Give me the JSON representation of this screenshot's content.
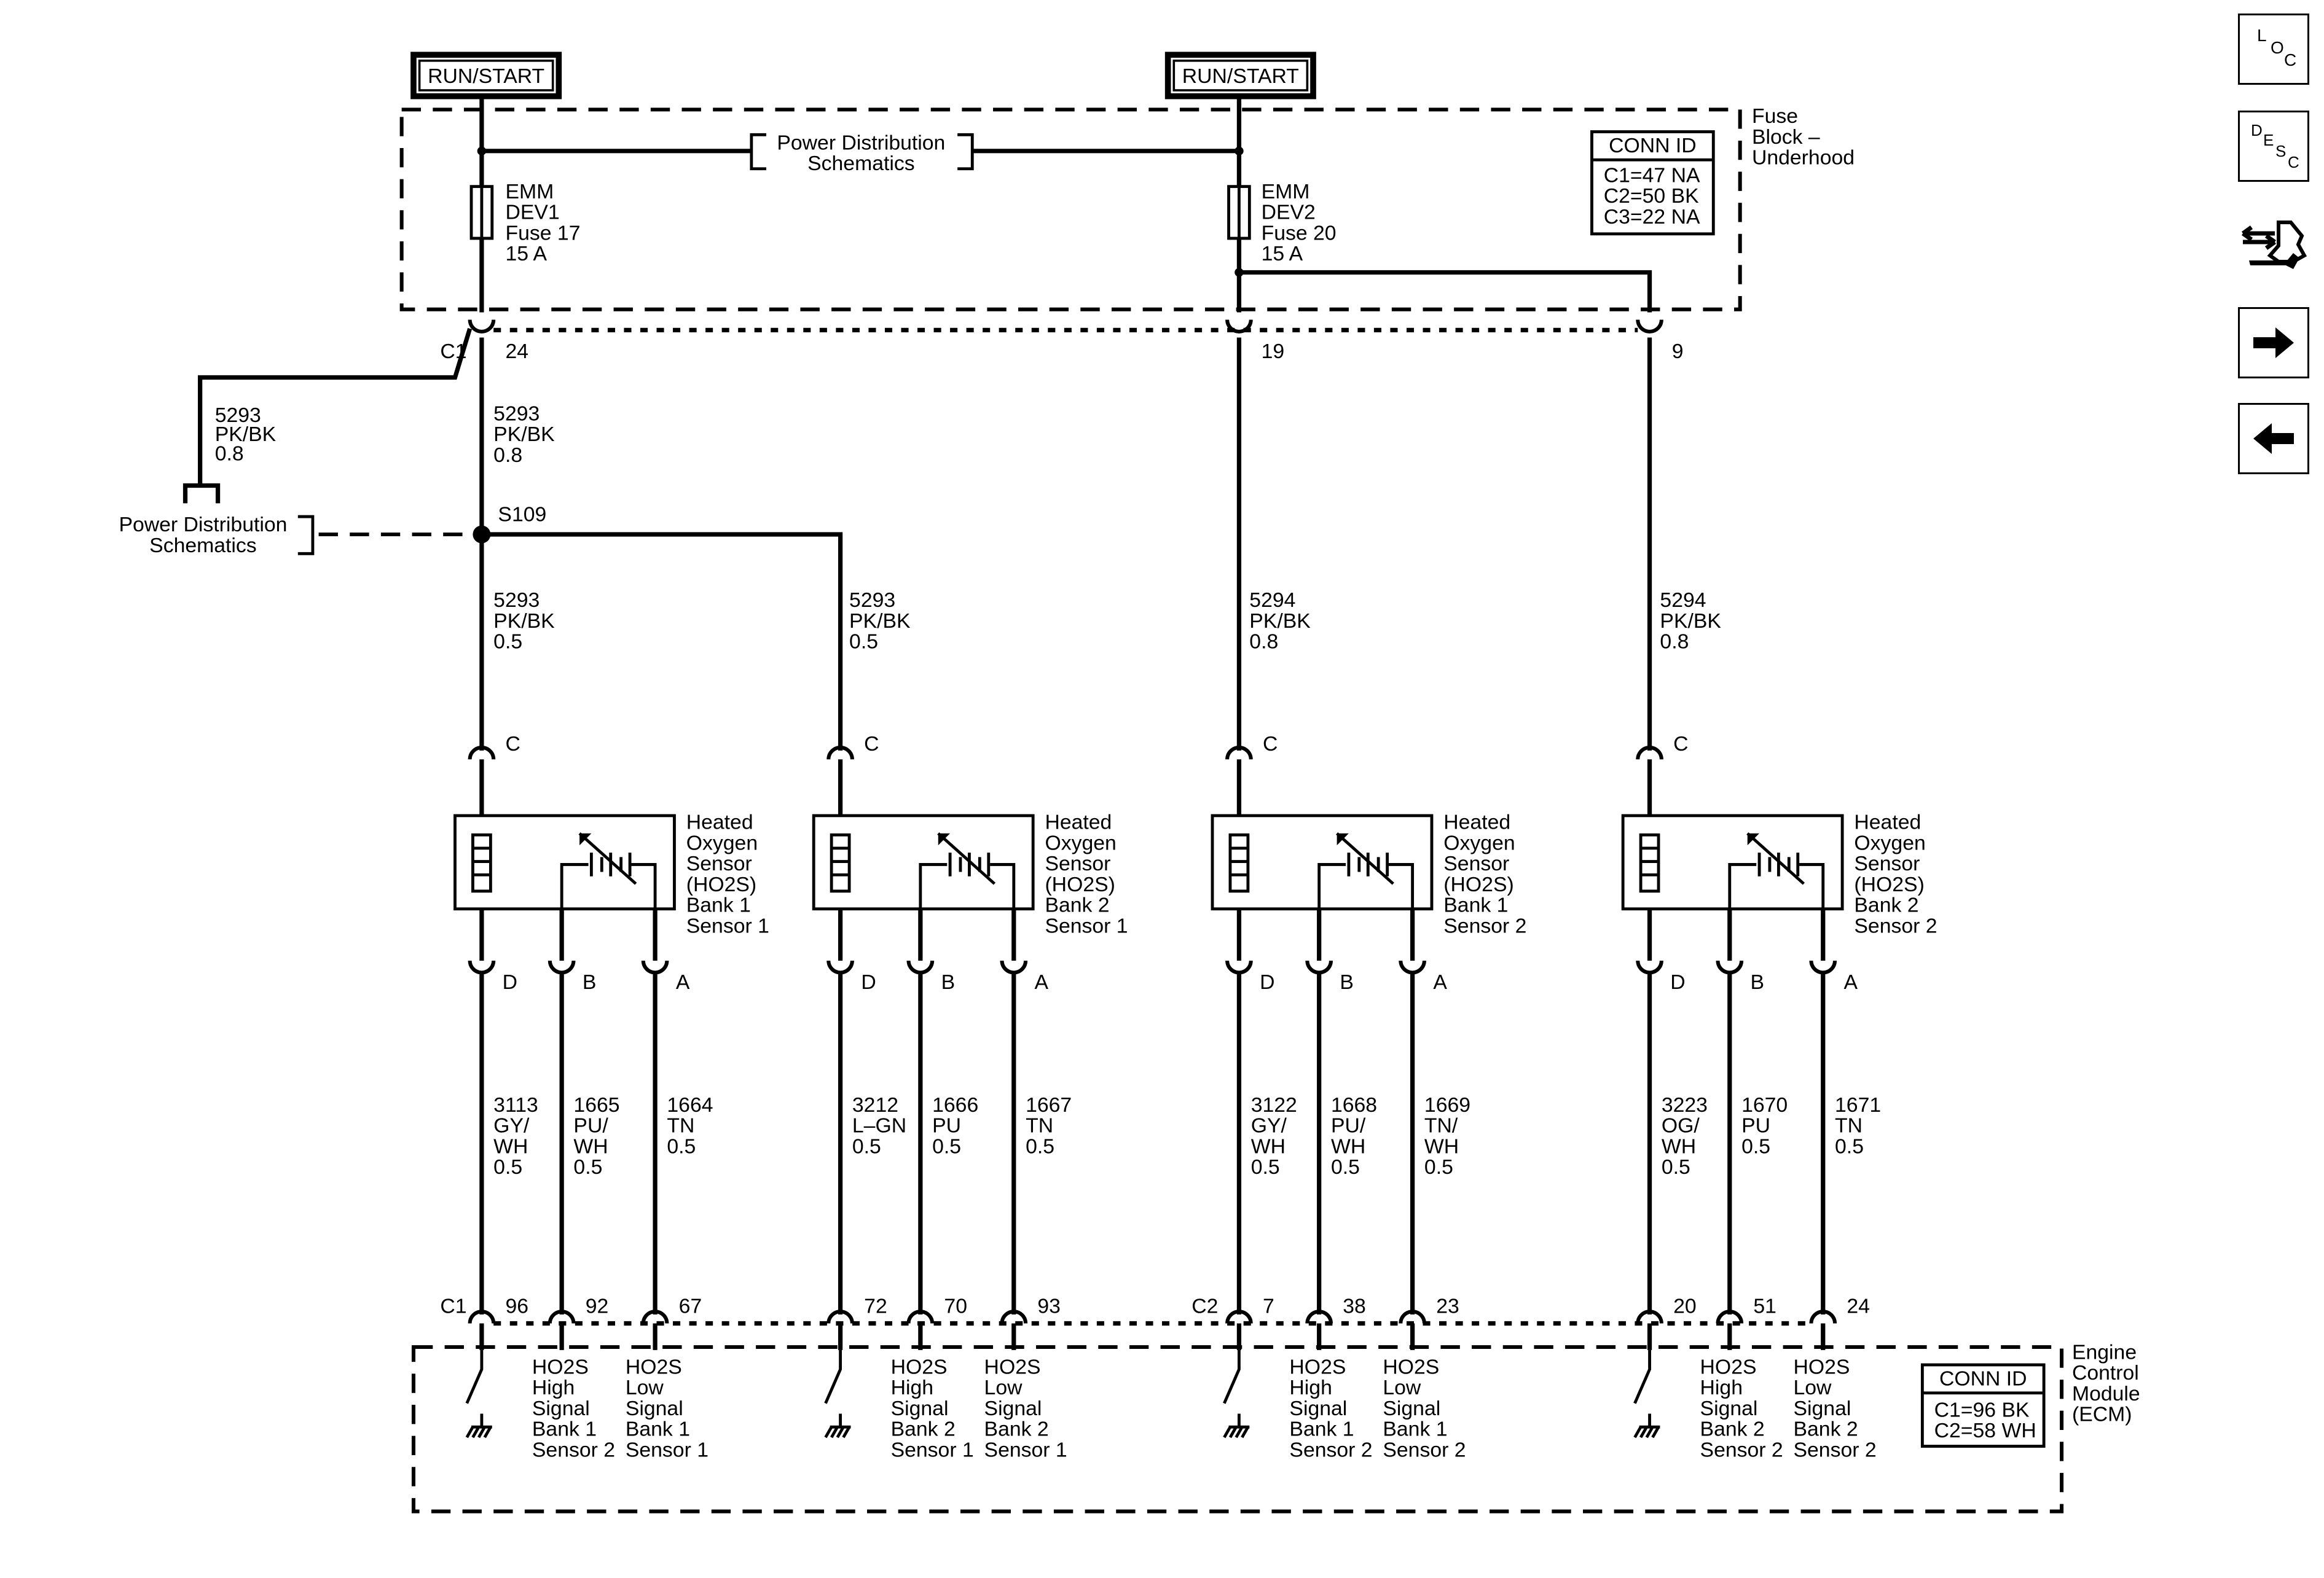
{
  "supply": {
    "left_label": "RUN/START",
    "right_label": "RUN/START",
    "pds_top": [
      "Power Distribution",
      "Schematics"
    ],
    "pds_left": [
      "Power Distribution",
      "Schematics"
    ]
  },
  "fuse_block": {
    "name": [
      "Fuse",
      "Block –",
      "Underhood"
    ],
    "conn_title": "CONN ID",
    "conn": [
      "C1=47 NA",
      "C2=50 BK",
      "C3=22 NA"
    ],
    "fuse1": [
      "EMM",
      "DEV1",
      "Fuse 17",
      "15 A"
    ],
    "fuse2": [
      "EMM",
      "DEV2",
      "Fuse 20",
      "15 A"
    ]
  },
  "junction": {
    "connector": "C1",
    "pins": [
      "24",
      "19",
      "9"
    ],
    "splice": "S109",
    "side_wire": [
      "5293",
      "PK/BK",
      "0.8"
    ],
    "trunk_wire": [
      "5293",
      "PK/BK",
      "0.8"
    ]
  },
  "sensors": [
    {
      "name": [
        "Heated",
        "Oxygen",
        "Sensor",
        "(HO2S)",
        "Bank 1",
        "Sensor 1"
      ],
      "supply_wire": [
        "5293",
        "PK/BK",
        "0.5"
      ],
      "supply_pin": "C",
      "pins": [
        "D",
        "B",
        "A"
      ],
      "wires": [
        [
          "3113",
          "GY/",
          "WH",
          "0.5"
        ],
        [
          "1665",
          "PU/",
          "WH",
          "0.5"
        ],
        [
          "1664",
          "TN",
          "0.5"
        ]
      ],
      "ecm_pins": [
        "96",
        "92",
        "67"
      ],
      "ecm_labels": [
        [
          "HO2S",
          "High",
          "Signal",
          "Bank 1",
          "Sensor 2"
        ],
        [
          "HO2S",
          "Low",
          "Signal",
          "Bank 1",
          "Sensor 1"
        ]
      ]
    },
    {
      "name": [
        "Heated",
        "Oxygen",
        "Sensor",
        "(HO2S)",
        "Bank 2",
        "Sensor 1"
      ],
      "supply_wire": [
        "5293",
        "PK/BK",
        "0.5"
      ],
      "supply_pin": "C",
      "pins": [
        "D",
        "B",
        "A"
      ],
      "wires": [
        [
          "3212",
          "L–GN",
          "0.5"
        ],
        [
          "1666",
          "PU",
          "0.5"
        ],
        [
          "1667",
          "TN",
          "0.5"
        ]
      ],
      "ecm_pins": [
        "72",
        "70",
        "93"
      ],
      "ecm_labels": [
        [
          "HO2S",
          "High",
          "Signal",
          "Bank 2",
          "Sensor 1"
        ],
        [
          "HO2S",
          "Low",
          "Signal",
          "Bank 2",
          "Sensor 1"
        ]
      ]
    },
    {
      "name": [
        "Heated",
        "Oxygen",
        "Sensor",
        "(HO2S)",
        "Bank 1",
        "Sensor 2"
      ],
      "supply_wire": [
        "5294",
        "PK/BK",
        "0.8"
      ],
      "supply_pin": "C",
      "pins": [
        "D",
        "B",
        "A"
      ],
      "wires": [
        [
          "3122",
          "GY/",
          "WH",
          "0.5"
        ],
        [
          "1668",
          "PU/",
          "WH",
          "0.5"
        ],
        [
          "1669",
          "TN/",
          "WH",
          "0.5"
        ]
      ],
      "ecm_pins": [
        "7",
        "38",
        "23"
      ],
      "ecm_labels": [
        [
          "HO2S",
          "High",
          "Signal",
          "Bank 1",
          "Sensor 2"
        ],
        [
          "HO2S",
          "Low",
          "Signal",
          "Bank 1",
          "Sensor 2"
        ]
      ]
    },
    {
      "name": [
        "Heated",
        "Oxygen",
        "Sensor",
        "(HO2S)",
        "Bank 2",
        "Sensor 2"
      ],
      "supply_wire": [
        "5294",
        "PK/BK",
        "0.8"
      ],
      "supply_pin": "C",
      "pins": [
        "D",
        "B",
        "A"
      ],
      "wires": [
        [
          "3223",
          "OG/",
          "WH",
          "0.5"
        ],
        [
          "1670",
          "PU",
          "0.5"
        ],
        [
          "1671",
          "TN",
          "0.5"
        ]
      ],
      "ecm_pins": [
        "20",
        "51",
        "24"
      ],
      "ecm_labels": [
        [
          "HO2S",
          "High",
          "Signal",
          "Bank 2",
          "Sensor 2"
        ],
        [
          "HO2S",
          "Low",
          "Signal",
          "Bank 2",
          "Sensor 2"
        ]
      ]
    }
  ],
  "ecm": {
    "connectors": [
      "C1",
      "C2"
    ],
    "name": [
      "Engine",
      "Control",
      "Module",
      "(ECM)"
    ],
    "conn_title": "CONN ID",
    "conn": [
      "C1=96 BK",
      "C2=58 WH"
    ]
  },
  "nav": {
    "loc": [
      "L",
      "O",
      "C"
    ],
    "desc": [
      "D",
      "E",
      "S",
      "C"
    ],
    "icons": [
      "connector-tools-icon",
      "forward-arrow-icon",
      "back-arrow-icon"
    ]
  }
}
